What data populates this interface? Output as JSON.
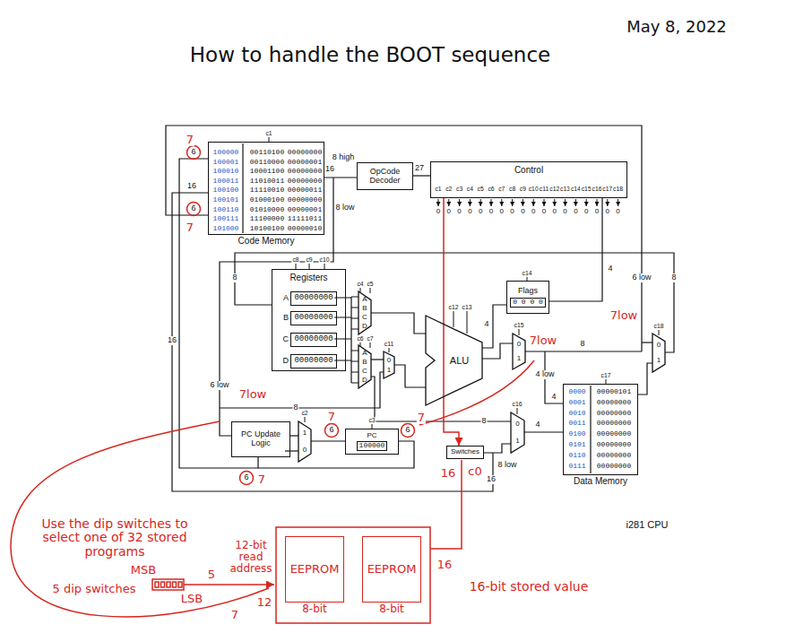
{
  "diagram": {
    "title": "How to handle the BOOT sequence",
    "nodes": [
      {
        "text": [
          "Code Memory"
        ]
      },
      {
        "text": [
          "OpCode Decoder"
        ]
      },
      {
        "text": [
          "Control"
        ]
      },
      {
        "text": [
          "Registers"
        ]
      },
      {
        "text": [
          "A",
          "00000000"
        ],
        "in": 3
      },
      {
        "text": [
          "B",
          "00000000"
        ],
        "in": 3
      },
      {
        "text": [
          "C",
          "00000000"
        ],
        "in": 3
      },
      {
        "text": [
          "D",
          "00000000"
        ],
        "in": 3
      },
      {
        "text": [
          "A",
          "B",
          "C",
          "D"
        ]
      },
      {
        "text": [
          "A",
          "B",
          "C",
          "D"
        ]
      },
      {
        "text": [
          "0",
          "1"
        ]
      },
      {
        "text": [
          "ALU"
        ]
      },
      {
        "text": [
          "Flags",
          "0 0 0 0"
        ]
      },
      {
        "text": [
          "0",
          "1"
        ]
      },
      {
        "text": [
          "0",
          "1"
        ]
      },
      {
        "text": [
          "Data Memory"
        ]
      },
      {
        "text": [
          "0",
          "1"
        ]
      },
      {
        "text": [
          "PC Update Logic"
        ]
      },
      {
        "text": [
          "1",
          "0"
        ]
      },
      {
        "text": [
          "PC",
          "100000"
        ]
      },
      {
        "text": [
          "Switches"
        ]
      },
      {
        "text": [
          "EEPROM",
          "8-bit"
        ]
      },
      {
        "text": [
          "EEPROM",
          "8-bit"
        ]
      }
    ],
    "edges": [
      {
        "from": 0,
        "to": 1,
        "label": "8 high",
        "arrow": "none"
      },
      {
        "from": 1,
        "to": 2,
        "label": "27",
        "arrow": "none"
      },
      {
        "from": 12,
        "to": 2,
        "label": "4",
        "arrow": "none"
      },
      {
        "from": 11,
        "to": 12,
        "label": "4",
        "arrow": "none"
      },
      {
        "from": 8,
        "to": 11,
        "arrow": "none"
      },
      {
        "from": 10,
        "to": 11,
        "arrow": "none"
      },
      {
        "from": 11,
        "to": 13,
        "arrow": "none"
      },
      {
        "from": 14,
        "to": 15,
        "arrow": "none"
      },
      {
        "from": 15,
        "to": 16,
        "arrow": "none"
      },
      {
        "from": 17,
        "to": 18,
        "arrow": "none"
      },
      {
        "from": 18,
        "to": 19,
        "arrow": "none"
      },
      {
        "from": 19,
        "to": 17,
        "arrow": "none"
      },
      {
        "from": 2,
        "to": 20,
        "arrow": "to"
      }
    ],
    "labels": [
      "May 8, 2022",
      "100000",
      "00110100",
      "00000000",
      "100001",
      "00110000",
      "00000001",
      "100010",
      "10001100",
      "00000000",
      "100011",
      "11010011",
      "00000000",
      "100100",
      "11110010",
      "00000011",
      "100101",
      "01000100",
      "00000000",
      "100110",
      "01010000",
      "00000001",
      "100111",
      "11100000",
      "11111011",
      "101000",
      "10100100",
      "00000010",
      "c1",
      "c1",
      "c2",
      "c3",
      "c4",
      "c5",
      "c6",
      "c7",
      "c8",
      "c9",
      "c10",
      "c11",
      "c12",
      "c13",
      "c14",
      "c15",
      "c16",
      "c17",
      "c18",
      "0",
      "0",
      "0",
      "0",
      "0",
      "0",
      "0",
      "0",
      "0",
      "0",
      "0",
      "0",
      "0",
      "0",
      "0",
      "0",
      "0",
      "0",
      "c8",
      "c9",
      "c10",
      "c4",
      "c5",
      "c6",
      "c7",
      "c11",
      "c12",
      "c13",
      "c14",
      "c15",
      "c16",
      "c17",
      "c18",
      "c2",
      "c3",
      "0000",
      "00000101",
      "0001",
      "00000000",
      "0010",
      "00000000",
      "0011",
      "00000000",
      "0100",
      "00000000",
      "0101",
      "00000000",
      "0110",
      "00000000",
      "0111",
      "00000000",
      "16",
      "8 low",
      "16",
      "6",
      "6",
      "16",
      "8",
      "6 low",
      "8",
      "8",
      "8",
      "4 low",
      "4",
      "4",
      "6 low",
      "8",
      "16",
      "8 low",
      "6",
      "6",
      "6",
      "i281 CPU",
      "7",
      "7",
      "7",
      "7",
      "7",
      "7low",
      "7low",
      "7low",
      "16",
      "c0",
      "Use the dip switches to select one of 32 stored programs",
      "MSB",
      "5 dip switches",
      "LSB",
      "5",
      "12-bit read address",
      "7",
      "12",
      "16",
      "16-bit stored value"
    ]
  }
}
